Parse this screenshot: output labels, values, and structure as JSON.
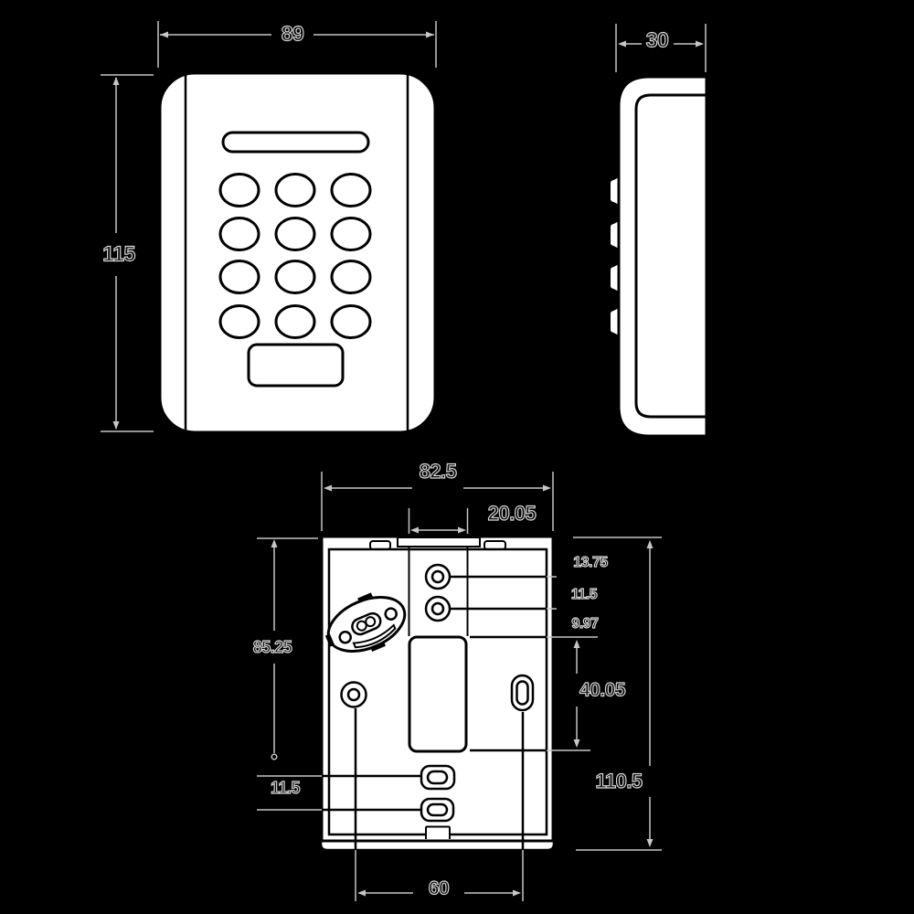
{
  "title": "keypad-technical-dimension-drawing",
  "colors": {
    "background": "#000000",
    "part_fill": "#ffffff",
    "part_line": "#000000",
    "dimension_line": "#c6c6c6",
    "dimension_text_outline": "#d9d9d9"
  },
  "dims": {
    "front_width": "89",
    "front_height": "115",
    "side_depth": "30",
    "back_width": "82.5",
    "top_slot_width": "20.05",
    "hole1_offset": "13.75",
    "hole_spacing": "11.5",
    "hole_to_opening": "9.97",
    "opening_height": "40.05",
    "back_total_height": "110.5",
    "left_span": "85.25",
    "bottom_slot_spacing": "11.5",
    "bottom_hole_span": "60"
  }
}
